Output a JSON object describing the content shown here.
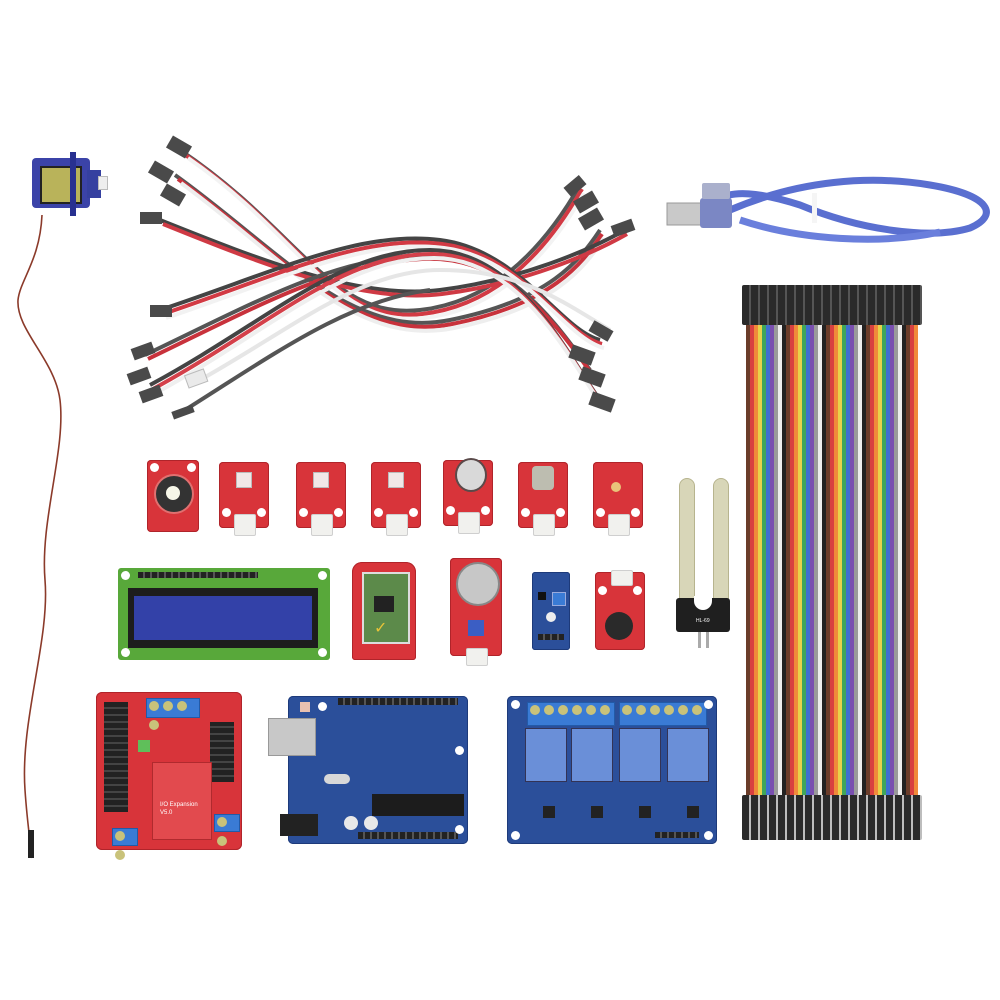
{
  "scene": {
    "title": "Arduino-compatible sensor starter kit",
    "background": "#ffffff"
  },
  "components": [
    {
      "id": "servo",
      "name": "Micro servo motor",
      "color": "#3b43a8"
    },
    {
      "id": "servo-cables",
      "name": "Servo extension cables (3-pin)",
      "color": "#c9363f"
    },
    {
      "id": "usb-cable",
      "name": "USB A-to-B cable",
      "color": "#5a74d4"
    },
    {
      "id": "jumper-wires",
      "name": "Rainbow female-female jumper wire ribbon"
    },
    {
      "id": "led-module-star",
      "name": "High-power LED module"
    },
    {
      "id": "led-module-1",
      "name": "LED module"
    },
    {
      "id": "led-module-2",
      "name": "LED module"
    },
    {
      "id": "led-module-3",
      "name": "LED module"
    },
    {
      "id": "sound-sensor",
      "name": "Microphone sound sensor module"
    },
    {
      "id": "potentiometer",
      "name": "Rotary potentiometer module"
    },
    {
      "id": "light-sensor",
      "name": "Photoresistor light sensor module"
    },
    {
      "id": "soil-probe",
      "name": "Soil moisture probe"
    },
    {
      "id": "lcd",
      "name": "16x2 LCD display",
      "color": "#2f3aa8"
    },
    {
      "id": "bluetooth",
      "name": "Bluetooth module"
    },
    {
      "id": "gas-sensor",
      "name": "Gas sensor module"
    },
    {
      "id": "comparator-board",
      "name": "Soil sensor comparator board"
    },
    {
      "id": "buzzer",
      "name": "Buzzer module"
    },
    {
      "id": "io-shield",
      "name": "I/O Expansion shield",
      "label": "I/O Expansion",
      "version": "V5.0"
    },
    {
      "id": "uno",
      "name": "Arduino UNO compatible board",
      "color": "#2b4f9a"
    },
    {
      "id": "relay",
      "name": "4-channel relay module",
      "channels": 4
    }
  ],
  "texts": {
    "io_label": "I/O Expansion",
    "io_version": "V5.0",
    "probe_label": "HL-69"
  }
}
